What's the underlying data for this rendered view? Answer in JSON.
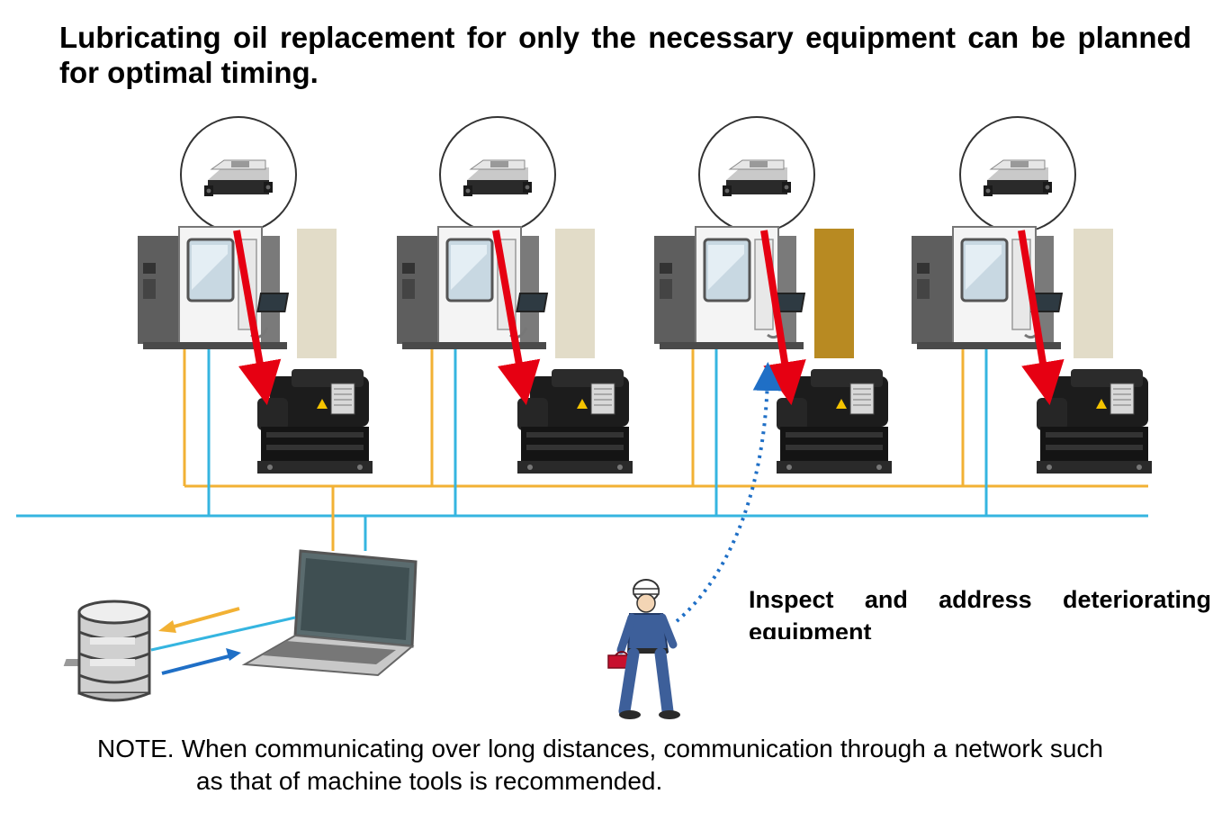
{
  "title": "Lubricating oil replacement for only the necessary equipment can be planned for optimal timing.",
  "callout": "Inspect and address deteriorating equipment",
  "note": "NOTE. When communicating over long distances, communication through a network such as that of machine tools is recommended.",
  "colors": {
    "orange_line": "#f2b134",
    "blue_line": "#35b5e0",
    "red_arrow": "#e60012",
    "oil_normal": "#e2dcc8",
    "oil_degraded": "#b88a22",
    "dotted_arrow": "#1f6fc6"
  },
  "stations": [
    {
      "oil_state": "normal"
    },
    {
      "oil_state": "normal"
    },
    {
      "oil_state": "degraded"
    },
    {
      "oil_state": "normal"
    }
  ],
  "icons": [
    "sensor-icon",
    "machine-tool-icon",
    "hydraulic-unit-icon",
    "oil-column-icon",
    "laptop-icon",
    "database-icon",
    "worker-icon"
  ]
}
